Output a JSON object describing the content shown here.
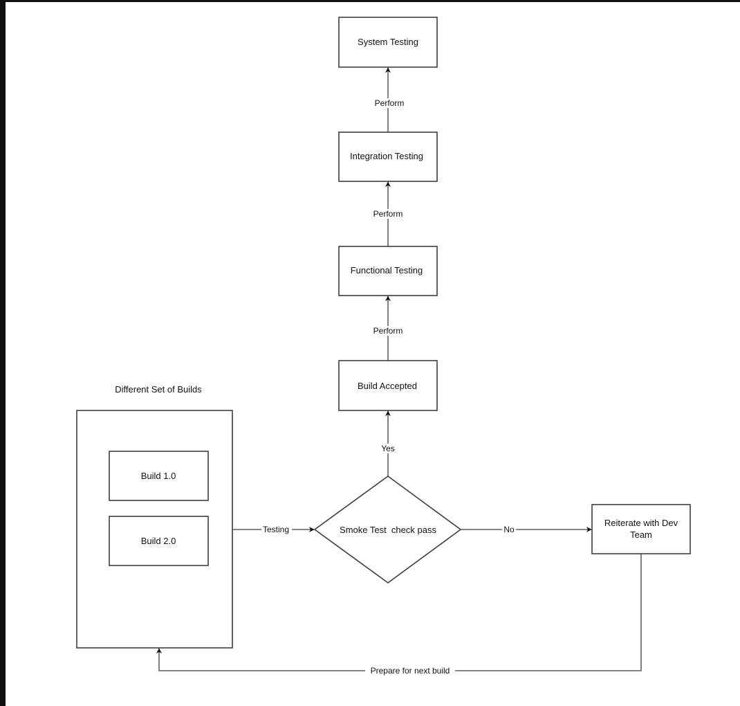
{
  "diagram": {
    "group_title": "Different Set of Builds",
    "nodes": {
      "build_1": "Build 1.0",
      "build_2": "Build 2.0",
      "smoke_test": "Smoke Test  check pass",
      "build_accepted": "Build Accepted",
      "functional_testing": "Functional Testing",
      "integration_testing": "Integration Testing",
      "system_testing": "System Testing",
      "reiterate_line1": "Reiterate with Dev",
      "reiterate_line2": "Team"
    },
    "edges": {
      "testing": "Testing",
      "yes": "Yes",
      "no": "No",
      "perform_1": "Perform",
      "perform_2": "Perform",
      "perform_3": "Perform",
      "prepare": "Prepare for next build"
    }
  }
}
